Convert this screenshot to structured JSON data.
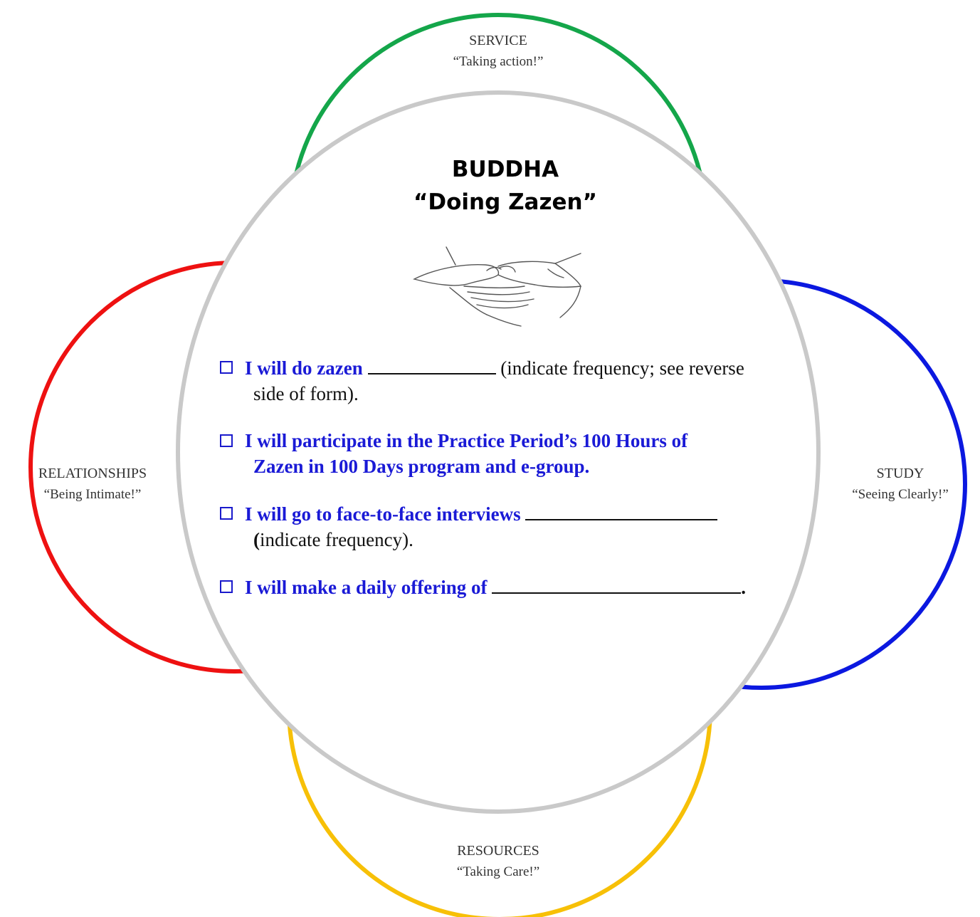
{
  "diagram": {
    "colors": {
      "service_ring": "#14a64a",
      "relationships_ring": "#ee1111",
      "study_ring": "#0b18e0",
      "resources_ring": "#f7c007",
      "center_ring": "#c9c9c9",
      "commitment_text": "#1a1ad6"
    },
    "outer": {
      "service": {
        "heading": "SERVICE",
        "subtitle": "“Taking action!”"
      },
      "relationships": {
        "heading": "RELATIONSHIPS",
        "subtitle": "“Being Intimate!”"
      },
      "study": {
        "heading": "STUDY",
        "subtitle": "“Seeing Clearly!”"
      },
      "resources": {
        "heading": "RESOURCES",
        "subtitle": "“Taking Care!”"
      }
    },
    "center": {
      "title": "BUDDHA",
      "subtitle": "“Doing Zazen”",
      "illustration": "zazen-mudra-hands-drawing"
    },
    "commitments": [
      {
        "bold": "I will do zazen",
        "note": "(indicate frequency; see reverse",
        "note_cont": "side of form)."
      },
      {
        "bold": "I will participate in the Practice Period’s 100 Hours of",
        "bold_cont": "Zazen in 100 Days program and e-group."
      },
      {
        "bold": "I will go to face-to-face interviews",
        "paren": "(",
        "note_cont": "indicate frequency)."
      },
      {
        "bold": "I will make a daily offering of",
        "end": "."
      }
    ]
  }
}
